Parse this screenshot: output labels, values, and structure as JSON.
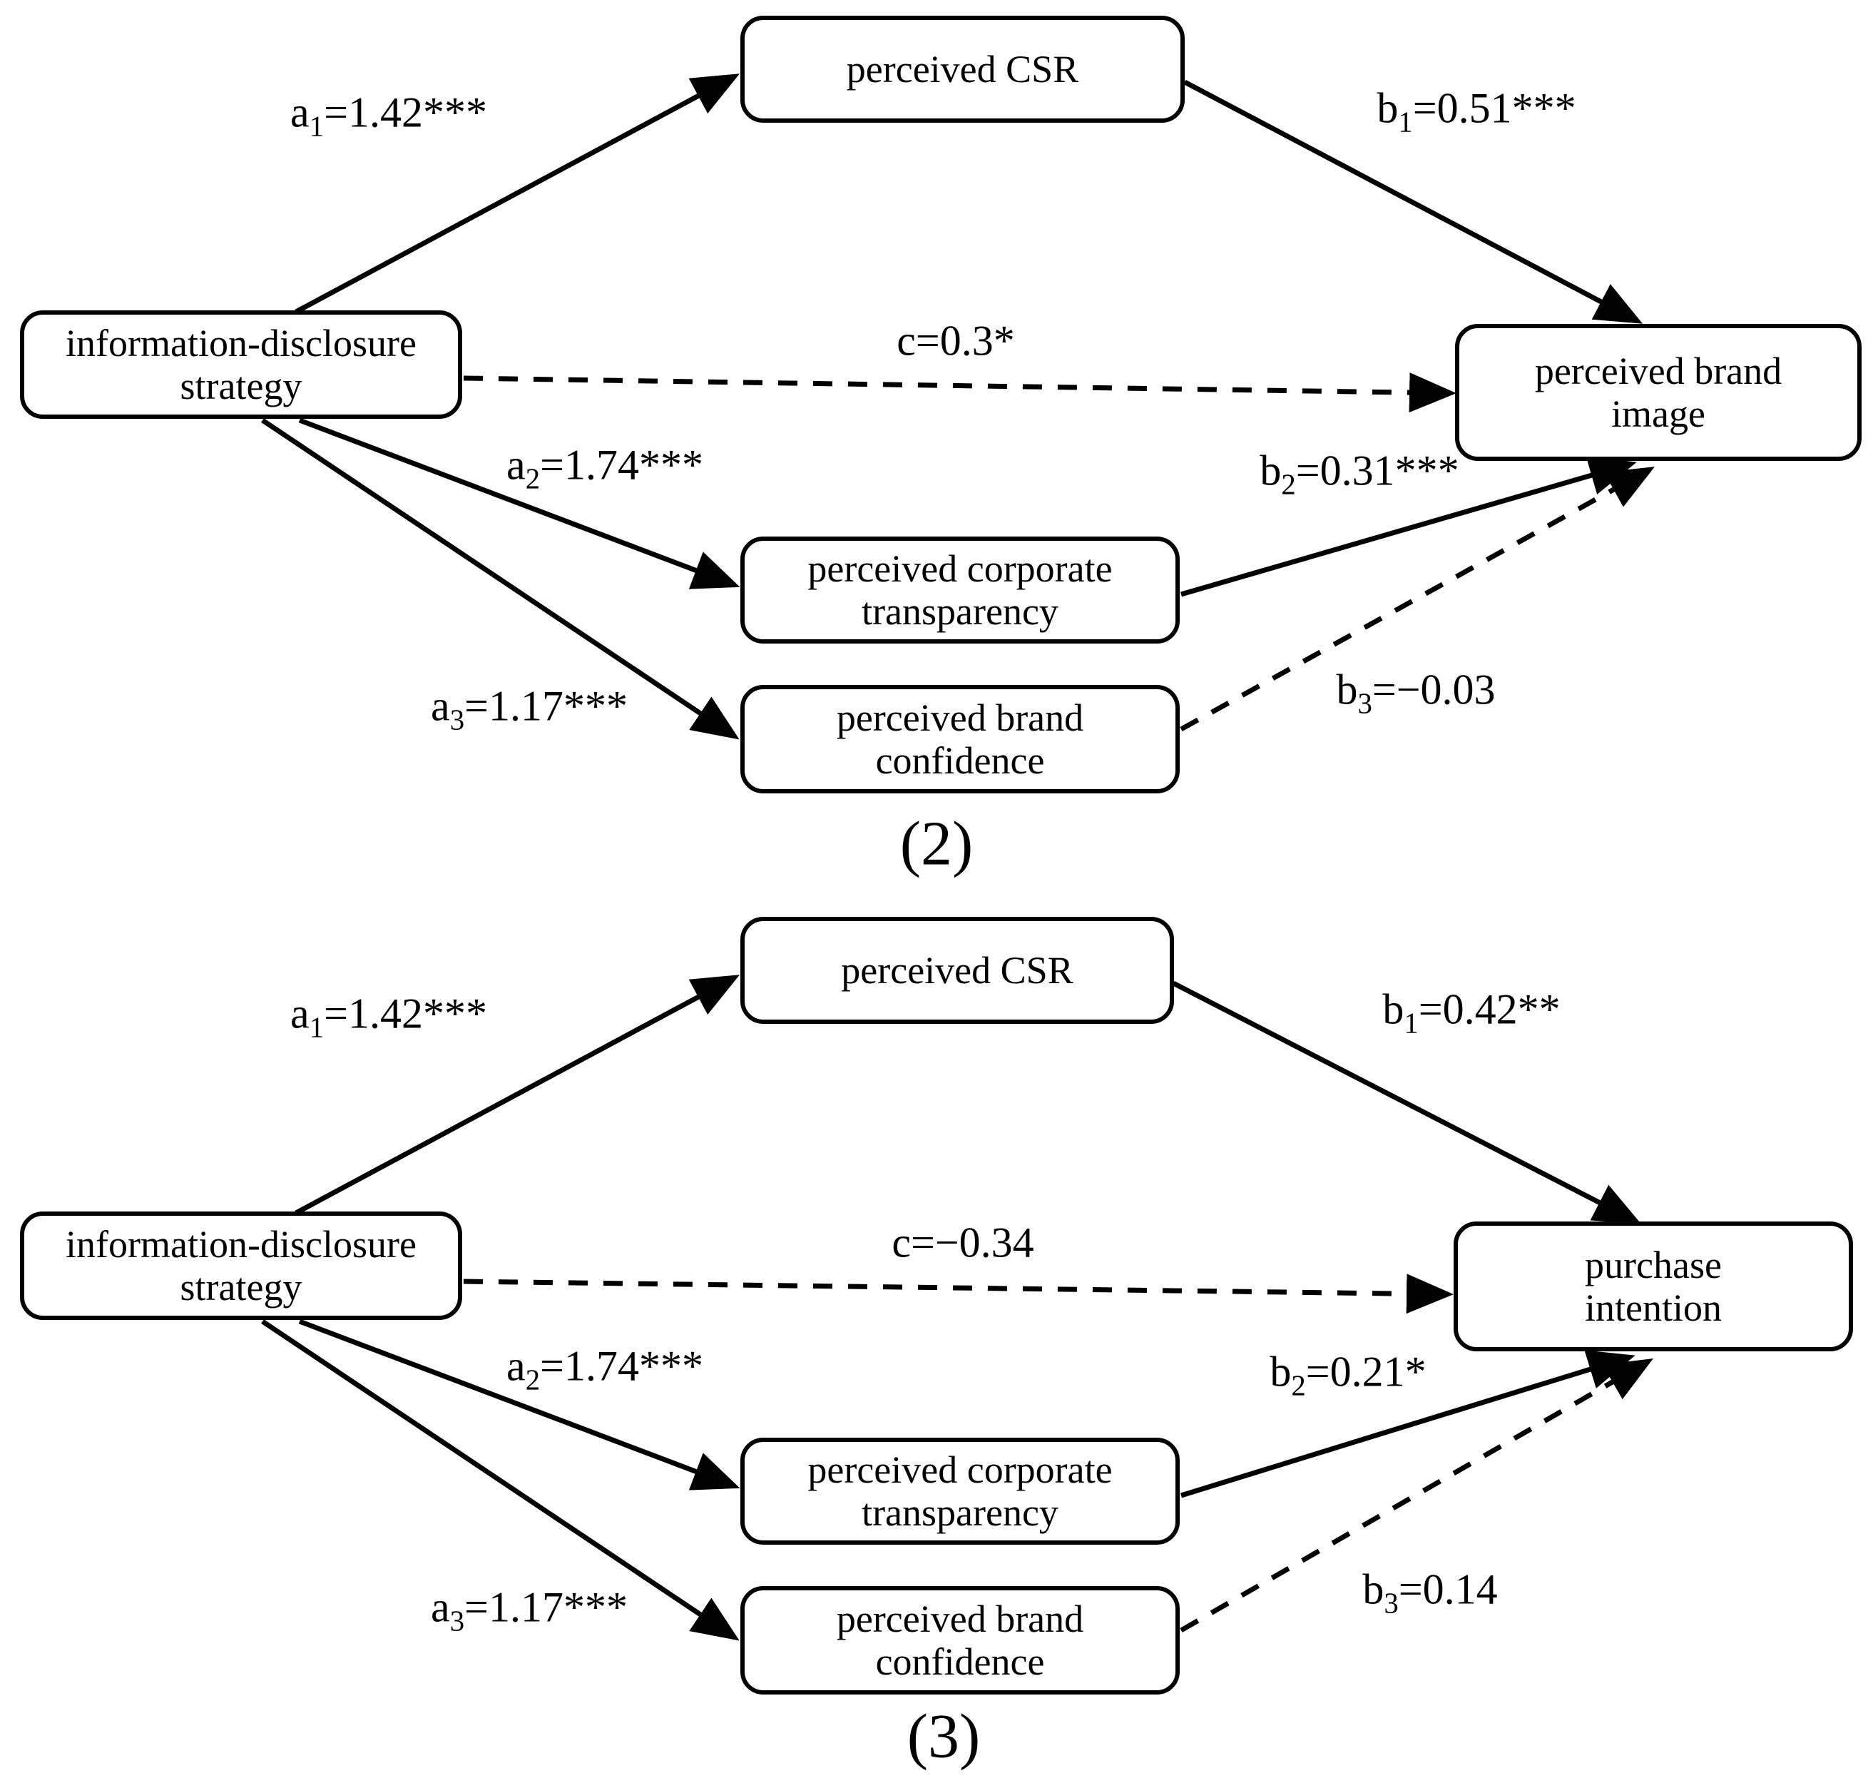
{
  "figure": {
    "description": "Two mediation path diagrams of information-disclosure strategy effects",
    "colors": {
      "background": "#ffffff",
      "line": "#000000",
      "box_border": "#000000",
      "text": "#000000"
    },
    "diagrams": [
      {
        "id": "2",
        "caption": "(2)",
        "nodes": {
          "predictor": "information-disclosure\nstrategy",
          "mediator1": "perceived CSR",
          "mediator2": "perceived corporate\ntransparency",
          "mediator3": "perceived brand\nconfidence",
          "outcome": "perceived brand\nimage"
        },
        "edges": {
          "a1": {
            "base": "a",
            "sub": "1",
            "rest": "=1.42***",
            "style": "solid"
          },
          "b1": {
            "base": "b",
            "sub": "1",
            "rest": "=0.51***",
            "style": "solid"
          },
          "c": {
            "base": "c",
            "sub": "",
            "rest": "=0.3*",
            "style": "dashed"
          },
          "a2": {
            "base": "a",
            "sub": "2",
            "rest": "=1.74***",
            "style": "solid"
          },
          "b2": {
            "base": "b",
            "sub": "2",
            "rest": "=0.31***",
            "style": "solid"
          },
          "a3": {
            "base": "a",
            "sub": "3",
            "rest": "=1.17***",
            "style": "solid"
          },
          "b3": {
            "base": "b",
            "sub": "3",
            "rest": "=−0.03",
            "style": "dashed"
          }
        }
      },
      {
        "id": "3",
        "caption": "(3)",
        "nodes": {
          "predictor": "information-disclosure\nstrategy",
          "mediator1": "perceived CSR",
          "mediator2": "perceived corporate\ntransparency",
          "mediator3": "perceived brand\nconfidence",
          "outcome": "purchase\nintention"
        },
        "edges": {
          "a1": {
            "base": "a",
            "sub": "1",
            "rest": "=1.42***",
            "style": "solid"
          },
          "b1": {
            "base": "b",
            "sub": "1",
            "rest": "=0.42**",
            "style": "solid"
          },
          "c": {
            "base": "c",
            "sub": "",
            "rest": "=−0.34",
            "style": "dashed"
          },
          "a2": {
            "base": "a",
            "sub": "2",
            "rest": "=1.74***",
            "style": "solid"
          },
          "b2": {
            "base": "b",
            "sub": "2",
            "rest": "=0.21*",
            "style": "solid"
          },
          "a3": {
            "base": "a",
            "sub": "3",
            "rest": "=1.17***",
            "style": "solid"
          },
          "b3": {
            "base": "b",
            "sub": "3",
            "rest": "=0.14",
            "style": "dashed"
          }
        }
      }
    ]
  }
}
